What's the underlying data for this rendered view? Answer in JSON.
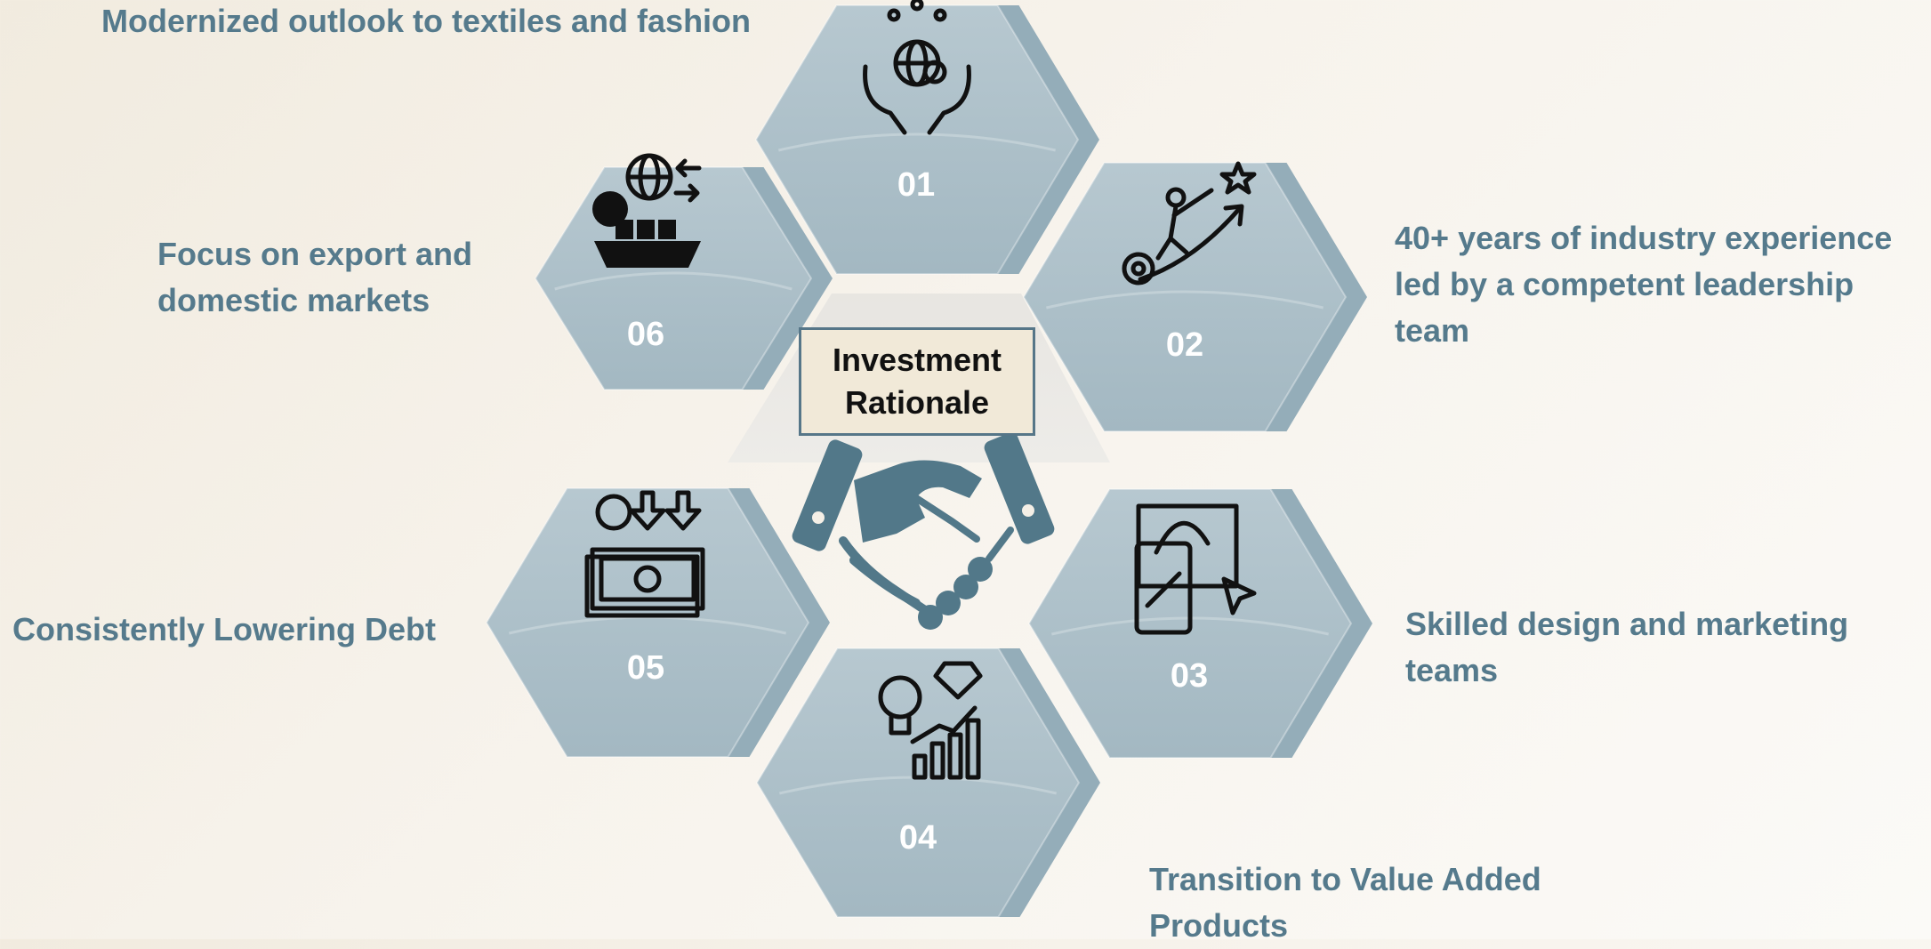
{
  "center": {
    "title_line1": "Investment",
    "title_line2": "Rationale"
  },
  "colors": {
    "hex_fill": "#a8bcc5",
    "hex_edge": "#94adb9",
    "text_accent": "#557a8c",
    "handshake": "#527889",
    "center_box_fill": "#f1e9d8",
    "center_box_border": "#567688"
  },
  "segments": [
    {
      "number": "01",
      "icon": "globe-gear-hands-icon",
      "text_lines": [
        "Modernized outlook to textiles and fashion"
      ]
    },
    {
      "number": "02",
      "icon": "climbing-arrow-star-icon",
      "text_lines": [
        "40+ years of industry experience",
        "led by a competent leadership",
        "team"
      ]
    },
    {
      "number": "03",
      "icon": "design-canvas-cursor-icon",
      "text_lines": [
        "Skilled design and marketing",
        "teams"
      ]
    },
    {
      "number": "04",
      "icon": "bulb-diamond-chart-icon",
      "text_lines": [
        "Transition to Value Added",
        "Products"
      ]
    },
    {
      "number": "05",
      "icon": "money-down-arrows-icon",
      "text_lines": [
        "Consistently Lowering Debt"
      ]
    },
    {
      "number": "06",
      "icon": "ship-globe-dollar-icon",
      "text_lines": [
        "Focus on export and",
        "domestic markets"
      ]
    }
  ]
}
